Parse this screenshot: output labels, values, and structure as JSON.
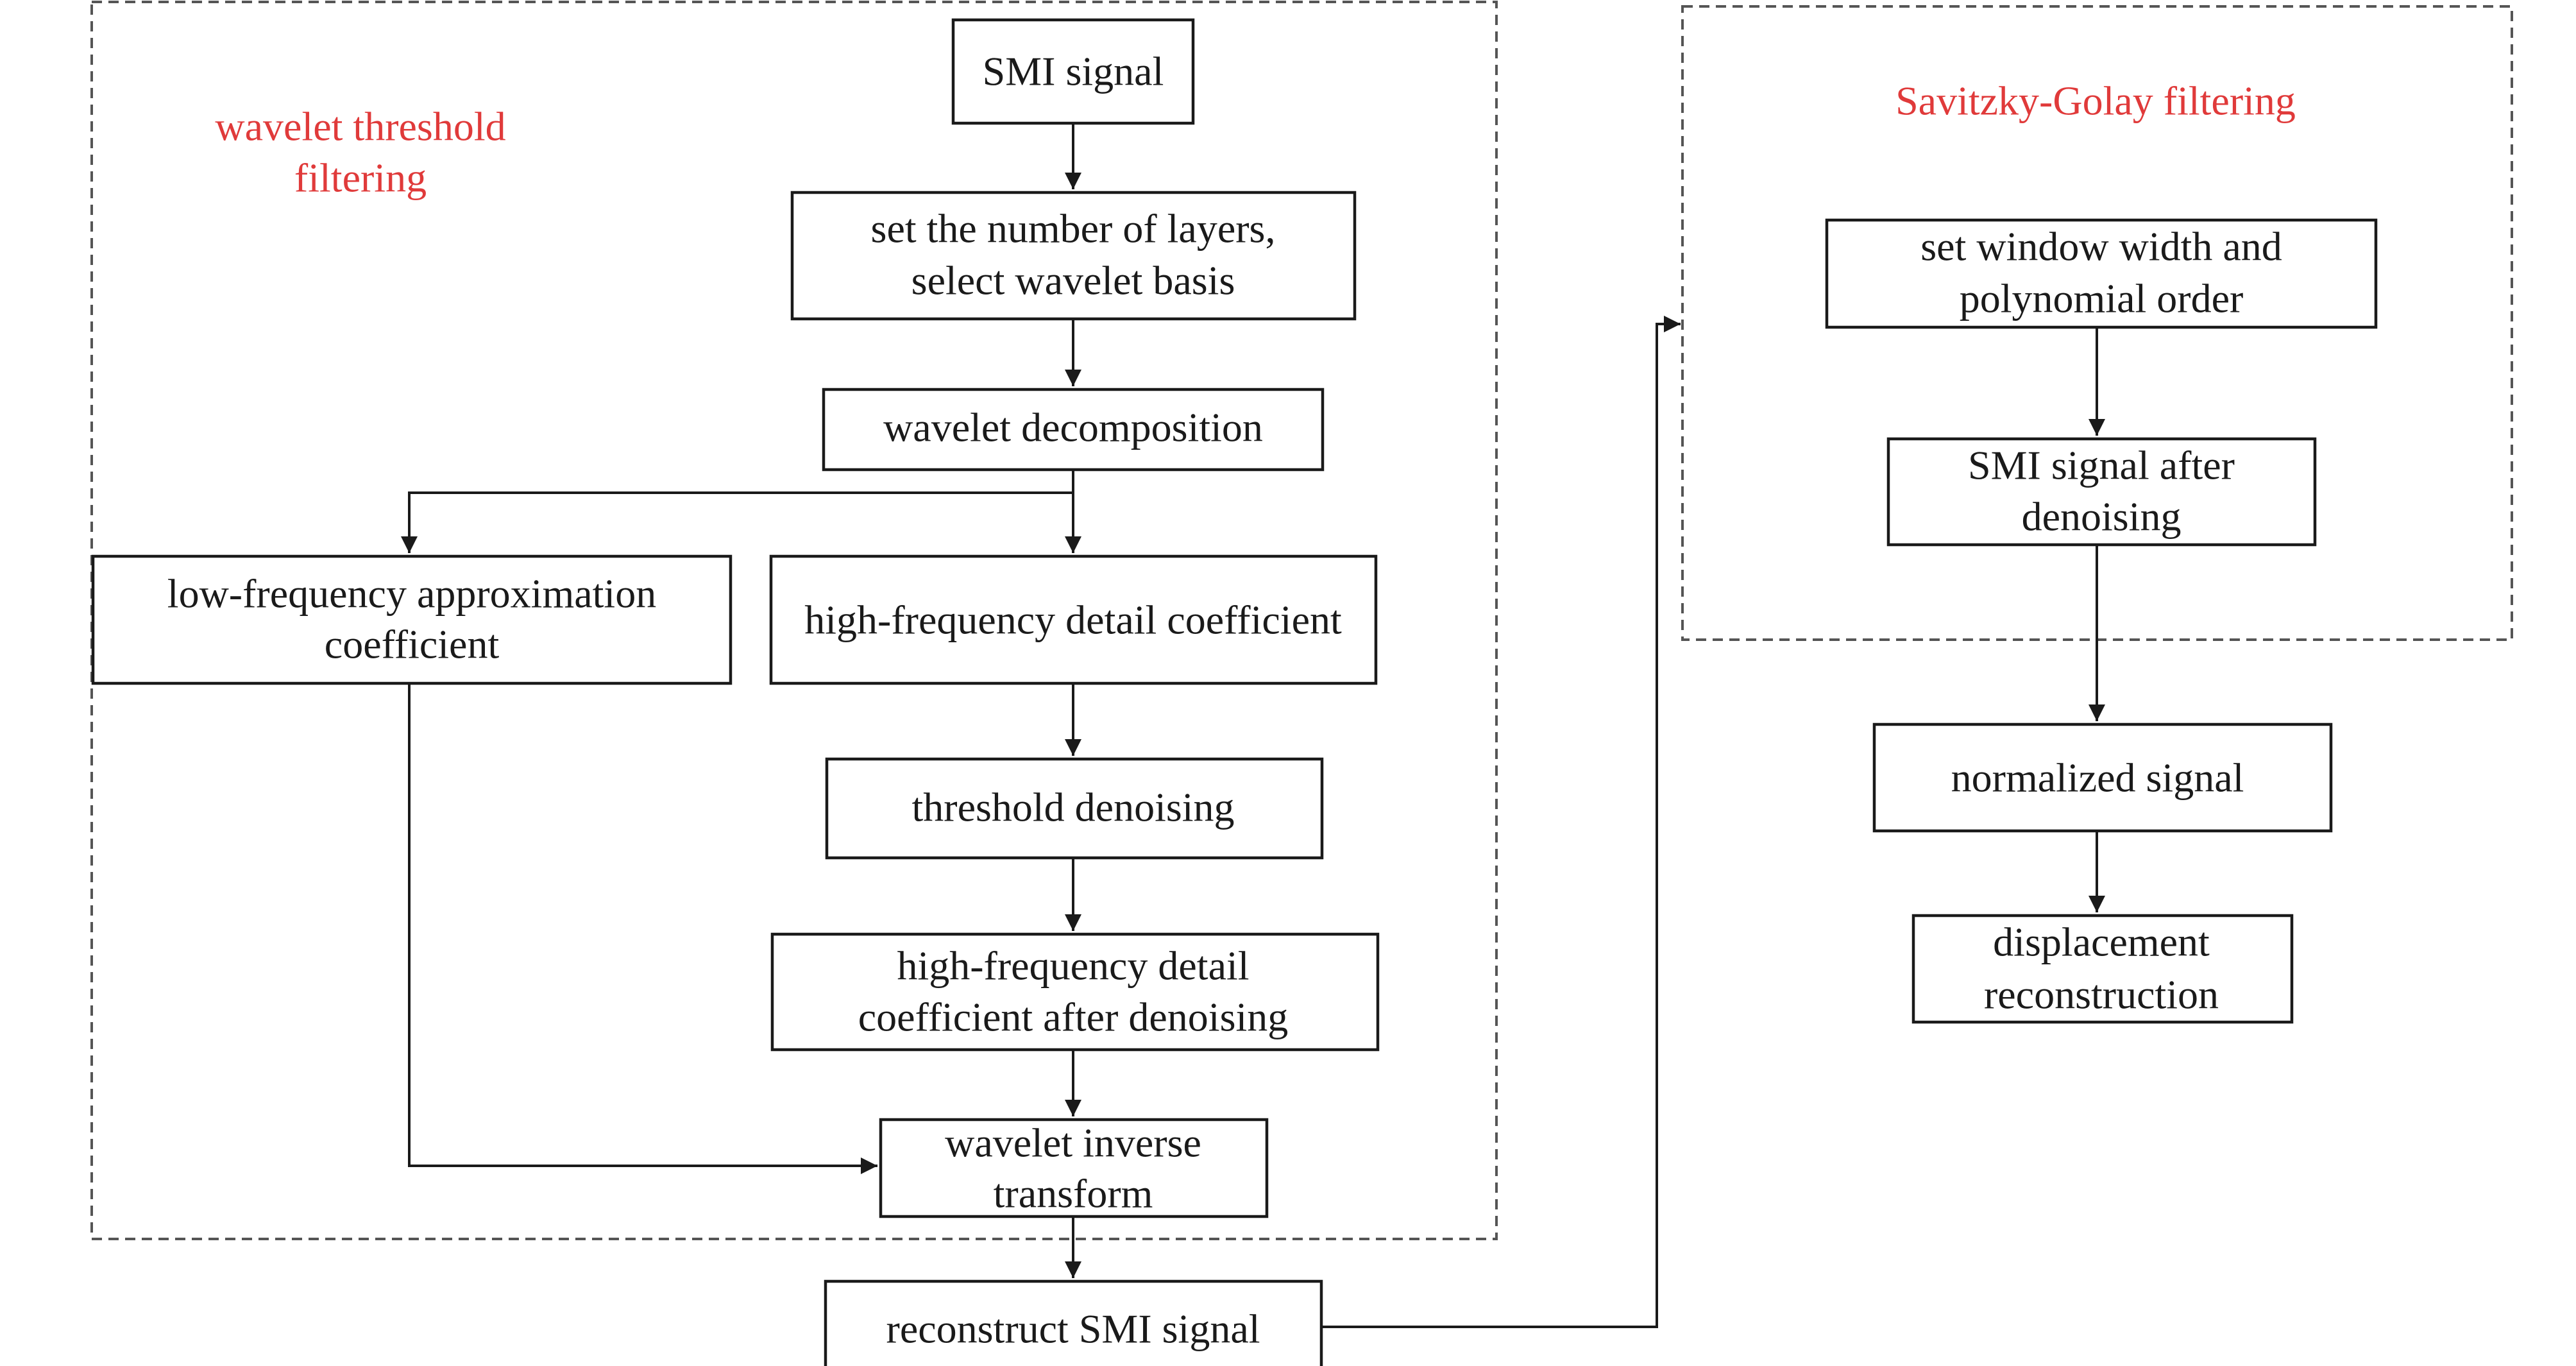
{
  "groups": {
    "wavelet": {
      "label_line1": "wavelet threshold",
      "label_line2": "filtering"
    },
    "savitzky": {
      "label": "Savitzky-Golay filtering"
    }
  },
  "nodes": {
    "smi_signal": {
      "lines": [
        "SMI signal"
      ]
    },
    "set_layers": {
      "lines": [
        "set the number of layers,",
        "select wavelet basis"
      ]
    },
    "decomposition": {
      "lines": [
        "wavelet decomposition"
      ]
    },
    "low_freq": {
      "lines": [
        "low-frequency approximation",
        "coefficient"
      ]
    },
    "high_freq": {
      "lines": [
        "high-frequency detail coefficient"
      ]
    },
    "threshold": {
      "lines": [
        "threshold denoising"
      ]
    },
    "high_freq_denoised": {
      "lines": [
        "high-frequency detail",
        "coefficient after denoising"
      ]
    },
    "inverse": {
      "lines": [
        "wavelet inverse",
        "transform"
      ]
    },
    "reconstruct": {
      "lines": [
        "reconstruct SMI signal"
      ]
    },
    "window": {
      "lines": [
        "set window width and",
        "polynomial order"
      ]
    },
    "smi_after": {
      "lines": [
        "SMI signal after",
        "denoising"
      ]
    },
    "normalized": {
      "lines": [
        "normalized signal"
      ]
    },
    "displacement": {
      "lines": [
        "displacement",
        "reconstruction"
      ]
    }
  }
}
